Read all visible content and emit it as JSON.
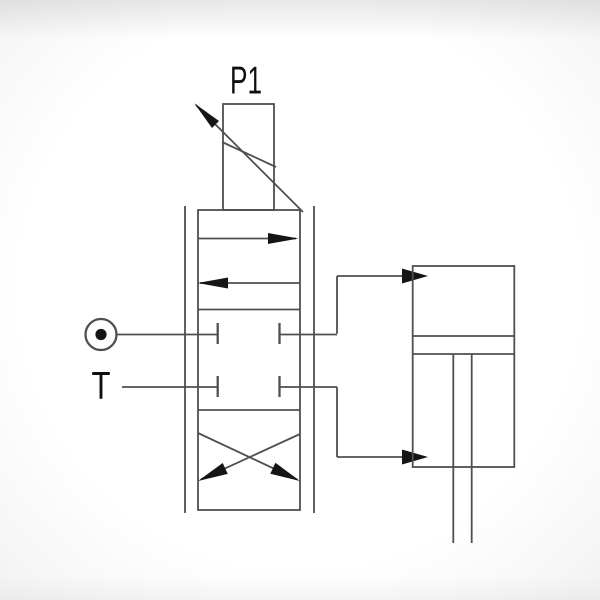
{
  "diagram": {
    "kind": "hydraulic directional control valve with cylinder schematic",
    "labels": {
      "pilot_port": "P1",
      "tank_port": "T"
    },
    "colors": {
      "line": "#4f4f4f",
      "arrow": "#151515",
      "text": "#0f0f0f",
      "background": "#ffffff"
    }
  }
}
